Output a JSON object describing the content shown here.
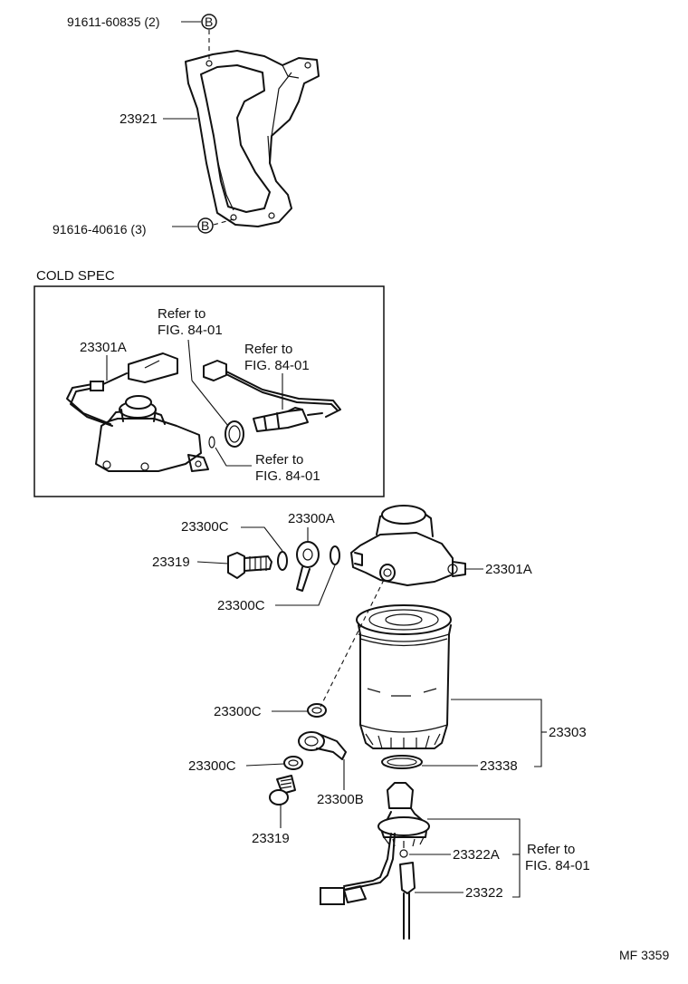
{
  "labels": {
    "bolt_top": "91611-60835 (2)",
    "bolt_bottom": "91616-40616 (3)",
    "bracket": "23921",
    "cold_spec": "COLD SPEC",
    "cs_heater": "23301A",
    "cs_refer_1a": "Refer to",
    "cs_refer_1b": "FIG. 84-01",
    "cs_refer_2a": "Refer to",
    "cs_refer_2b": "FIG. 84-01",
    "cs_refer_3a": "Refer to",
    "cs_refer_3b": "FIG. 84-01",
    "gasket_top": "23300C",
    "union_bolt_top": "23319",
    "hose_top": "23300A",
    "gasket_mid": "23300C",
    "housing": "23301A",
    "filter": "23303",
    "gasket_lower_1": "23300C",
    "gasket_lower_2": "23300C",
    "o_ring": "23338",
    "hose_bottom": "23300B",
    "union_bolt_bottom": "23319",
    "switch_gasket": "23322A",
    "switch": "23322",
    "refer_a": "Refer to",
    "refer_b": "FIG. 84-01",
    "callout_b": "B",
    "figure_id": "MF 3359"
  }
}
